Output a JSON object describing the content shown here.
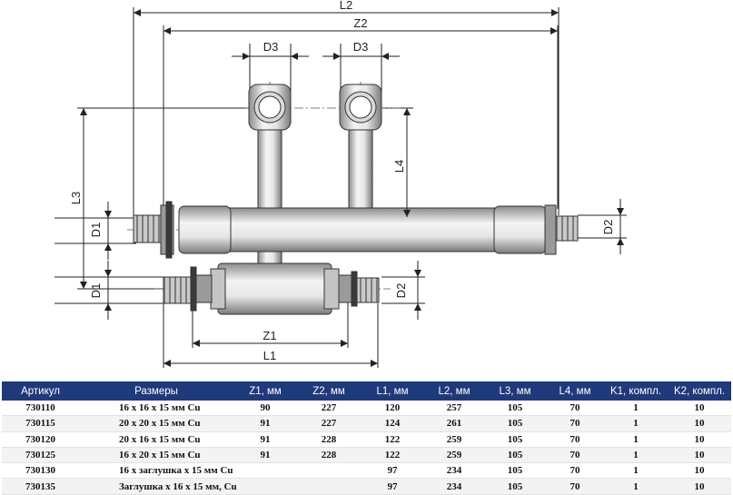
{
  "dims": {
    "L2": "L2",
    "Z2": "Z2",
    "D3_left": "D3",
    "D3_right": "D3",
    "L3": "L3",
    "L4": "L4",
    "D1_upper": "D1",
    "D1_lower": "D1",
    "D2_upper": "D2",
    "D2_lower": "D2",
    "Z1": "Z1",
    "L1": "L1"
  },
  "table": {
    "headers": {
      "article": "Артикул",
      "size": "Размеры",
      "z1": "Z1, мм",
      "z2": "Z2, мм",
      "l1": "L1, мм",
      "l2": "L2, мм",
      "l3": "L3, мм",
      "l4": "L4, мм",
      "k1": "K1, компл.",
      "k2": "K2, компл."
    },
    "rows": [
      {
        "article": "730110",
        "size": "16 x 16 x 15 мм Cu",
        "z1": "90",
        "z2": "227",
        "l1": "120",
        "l2": "257",
        "l3": "105",
        "l4": "70",
        "k1": "1",
        "k2": "10"
      },
      {
        "article": "730115",
        "size": "20 x 20 x 15 мм Cu",
        "z1": "91",
        "z2": "227",
        "l1": "124",
        "l2": "261",
        "l3": "105",
        "l4": "70",
        "k1": "1",
        "k2": "10"
      },
      {
        "article": "730120",
        "size": "20 x 16 x 15 мм Cu",
        "z1": "91",
        "z2": "228",
        "l1": "122",
        "l2": "259",
        "l3": "105",
        "l4": "70",
        "k1": "1",
        "k2": "10"
      },
      {
        "article": "730125",
        "size": "16 x 20 x 15 мм Cu",
        "z1": "91",
        "z2": "228",
        "l1": "122",
        "l2": "259",
        "l3": "105",
        "l4": "70",
        "k1": "1",
        "k2": "10"
      },
      {
        "article": "730130",
        "size": "16 x заглушка x 15 мм Cu",
        "z1": "",
        "z2": "",
        "l1": "97",
        "l2": "234",
        "l3": "105",
        "l4": "70",
        "k1": "1",
        "k2": "10"
      },
      {
        "article": "730135",
        "size": "Заглушка x 16 x 15 мм, Cu",
        "z1": "",
        "z2": "",
        "l1": "97",
        "l2": "234",
        "l3": "105",
        "l4": "70",
        "k1": "1",
        "k2": "10"
      }
    ]
  }
}
